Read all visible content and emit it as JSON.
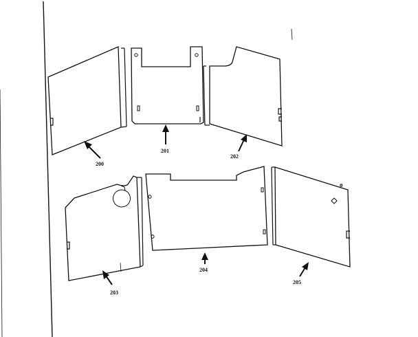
{
  "diagram": {
    "callouts": {
      "panel_top_left": "200",
      "panel_top_center": "201",
      "panel_top_right": "202",
      "panel_bottom_left": "203",
      "panel_bottom_center": "204",
      "panel_bottom_right": "205"
    }
  }
}
